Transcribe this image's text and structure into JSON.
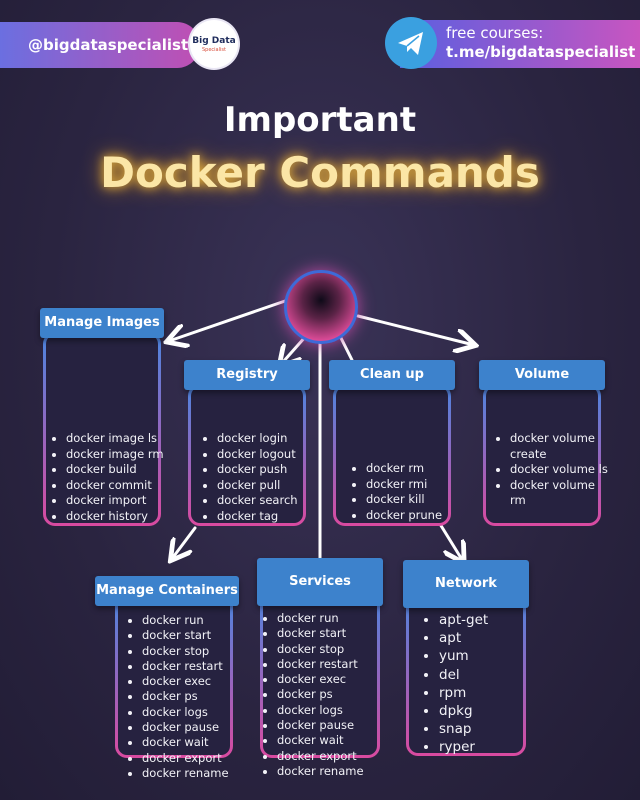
{
  "header": {
    "handle": "@bigdataspecialist",
    "logo_text": "Big Data",
    "logo_sub": "Specialist",
    "courses_line1": "free courses:",
    "courses_line2": "t.me/bigdataspecialist"
  },
  "title": {
    "line1": "Important",
    "line2": "Docker Commands"
  },
  "colors": {
    "header_blue": "#3d82cc",
    "title_gold": "#fbe6a6",
    "accent_pink": "#d94aa0"
  },
  "cards": {
    "manage_images": {
      "title": "Manage Images",
      "items": [
        "docker image ls",
        "docker image rm",
        "docker build",
        "docker commit",
        "docker import",
        "docker history"
      ]
    },
    "registry": {
      "title": "Registry",
      "items": [
        "docker login",
        "docker logout",
        "docker push",
        "docker pull",
        "docker search",
        "docker tag"
      ]
    },
    "cleanup": {
      "title": "Clean up",
      "items": [
        "docker rm",
        "docker rmi",
        "docker kill",
        "docker prune"
      ]
    },
    "volume": {
      "title": "Volume",
      "items": [
        "docker volume create",
        "docker volume ls",
        "docker volume rm"
      ]
    },
    "manage_containers": {
      "title": "Manage Containers",
      "items": [
        "docker run",
        "docker start",
        "docker stop",
        "docker restart",
        "docker exec",
        "docker ps",
        "docker logs",
        "docker pause",
        "docker wait",
        "docker export",
        "docker rename"
      ]
    },
    "services": {
      "title": "Services",
      "items": [
        "docker run",
        "docker start",
        "docker stop",
        "docker restart",
        "docker exec",
        "docker ps",
        "docker logs",
        "docker pause",
        "docker wait",
        "docker export",
        "docker rename"
      ]
    },
    "network": {
      "title": "Network",
      "items": [
        "apt-get",
        "apt",
        "yum",
        "del",
        "rpm",
        "dpkg",
        "snap",
        "ryper"
      ]
    }
  }
}
